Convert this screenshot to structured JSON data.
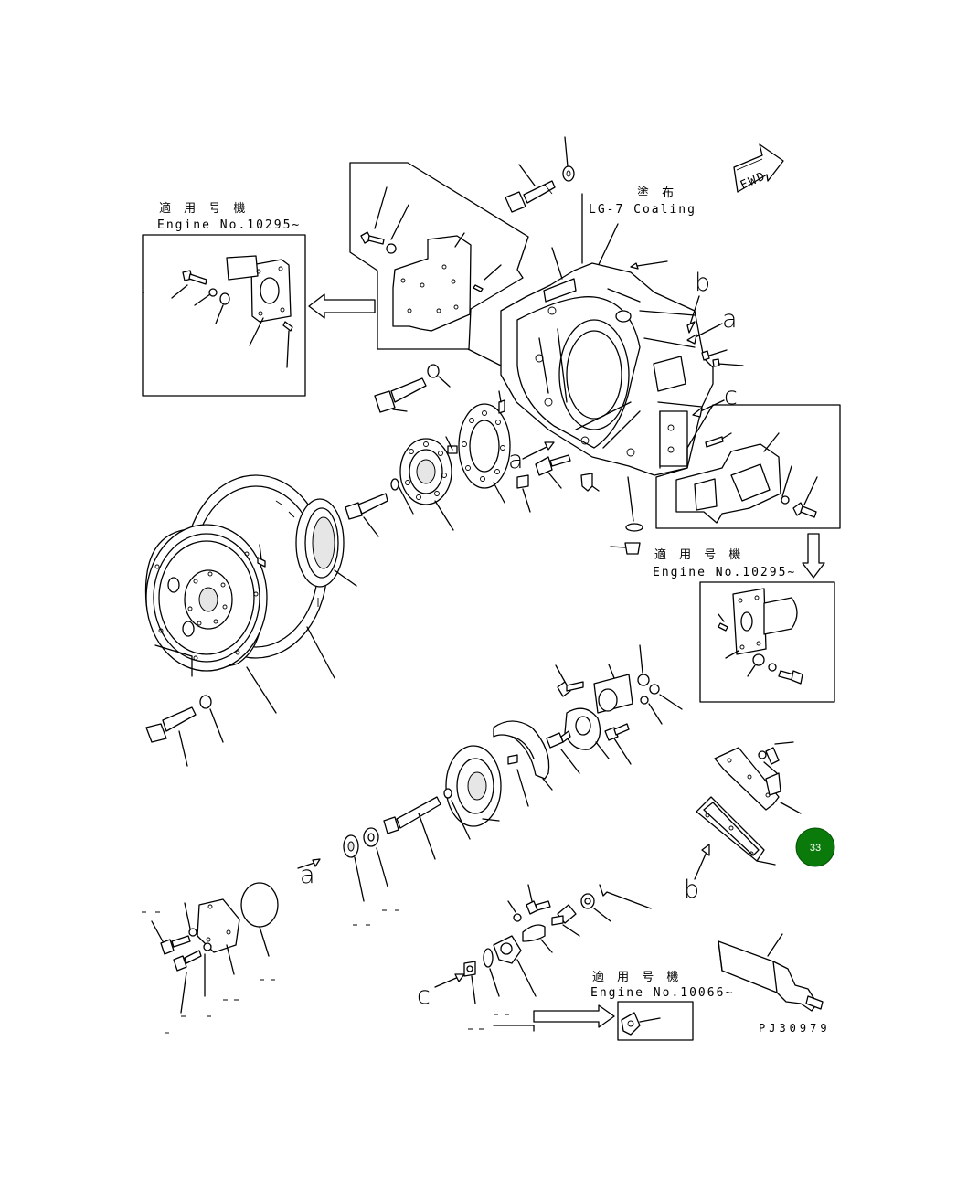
{
  "labels": {
    "jp_applicable_1": "適 用 号 機",
    "engine_no_1": "Engine No.10295~",
    "jp_applicable_2": "適 用 号 機",
    "engine_no_2": "Engine No.10295~",
    "jp_applicable_3": "適 用 号 機",
    "engine_no_3": "Engine No.10066~",
    "jp_coating": "塗 布",
    "coating": "LG-7 Coaling",
    "fwd": "FWD",
    "drawing_code": "PJ30979"
  },
  "callout_letters": {
    "b_top": "b",
    "a_top": "a",
    "c_top": "c",
    "a_left": "a",
    "a_mid": "a",
    "b_low": "b",
    "c_low": "c"
  },
  "badge": {
    "value": "33",
    "color": "#0a7a0a"
  },
  "colors": {
    "line": "#000000",
    "background": "#ffffff"
  }
}
